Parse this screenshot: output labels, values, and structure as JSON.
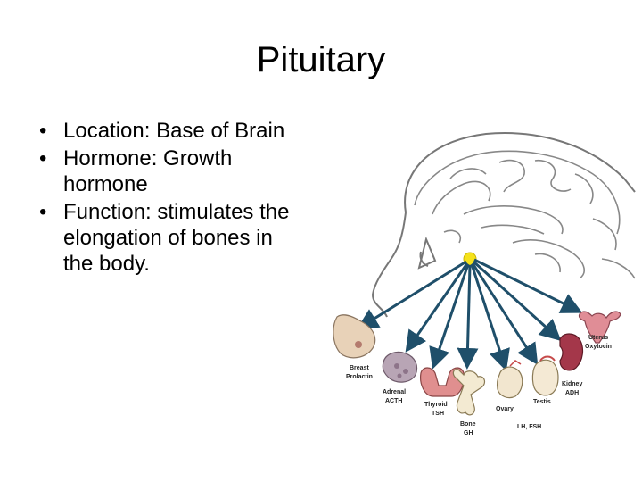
{
  "slide": {
    "title": "Pituitary",
    "bullets": [
      {
        "label": "Location:",
        "text": "Base of Brain"
      },
      {
        "label": "Hormone:",
        "text": "Growth hormone"
      },
      {
        "label": "Function:",
        "text": "stimulates the elongation of bones in the body."
      }
    ],
    "bullet_glyph": "•"
  },
  "diagram": {
    "targets": [
      {
        "organ": "Breast",
        "hormone": "Prolactin"
      },
      {
        "organ": "Adrenal",
        "hormone": "ACTH"
      },
      {
        "organ": "Thyroid",
        "hormone": "TSH"
      },
      {
        "organ": "Bone",
        "hormone": "GH"
      },
      {
        "organ": "Ovary",
        "hormone": ""
      },
      {
        "organ": "Testis",
        "hormone": ""
      },
      {
        "organ": "Kidney",
        "hormone": "ADH"
      },
      {
        "organ": "Uterus",
        "hormone": "Oxytocin"
      }
    ],
    "shared_label": "LH, FSH",
    "colors": {
      "arrow": "#1f4f6a",
      "gland": "#f5e21c",
      "outline": "#777777",
      "breast": "#e8d2b8",
      "adrenal": "#b8a5b5",
      "thyroid": "#e08f8f",
      "bone": "#f3ead2",
      "ovary": "#f2e6cf",
      "testis": "#f4e9d4",
      "kidney": "#a4374a",
      "uterus": "#e08d96"
    }
  }
}
